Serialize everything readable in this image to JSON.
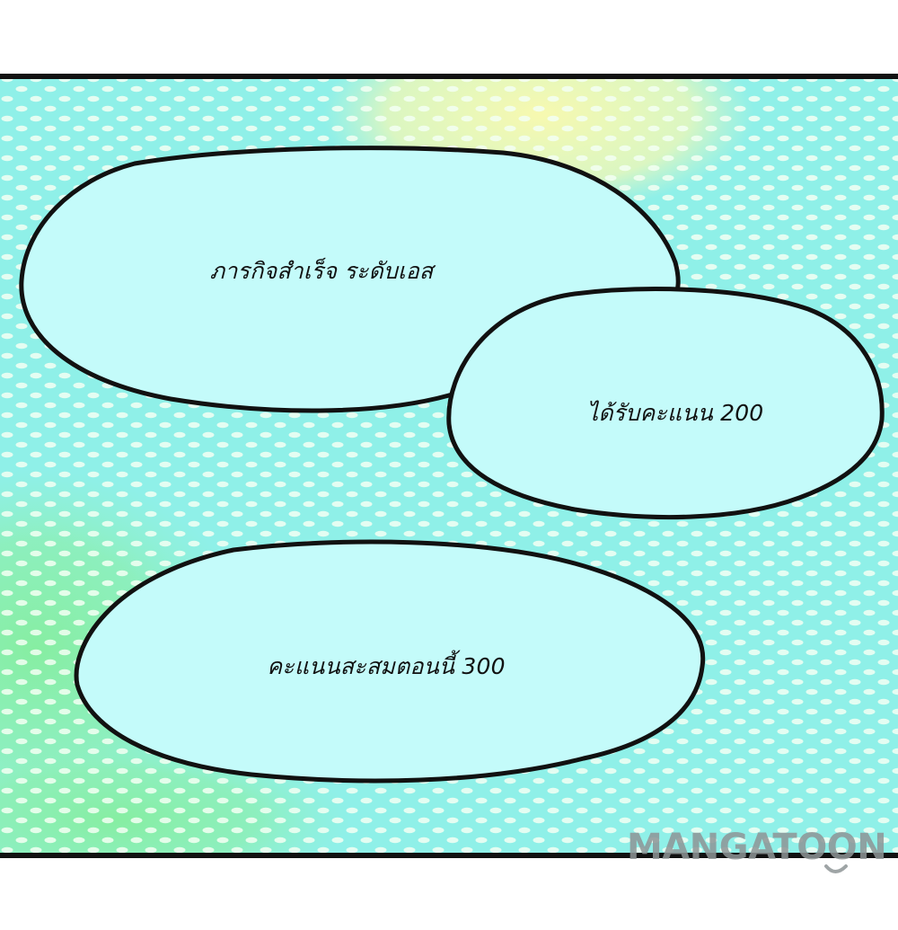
{
  "bubbles": {
    "top_left": "ภารกิจสำเร็จ ระดับเอส",
    "right": "ได้รับคะแนน 200",
    "bottom": "คะแนนสะสมตอนนี้ 300"
  },
  "watermark": {
    "brand": "MANGATOON"
  },
  "colors": {
    "background_cyan": "#8ff0e8",
    "bubble_fill": "#c4fbfa",
    "glow_yellow": "#f4f7b2",
    "glow_green": "#8ef0a4",
    "outline": "#111111"
  }
}
